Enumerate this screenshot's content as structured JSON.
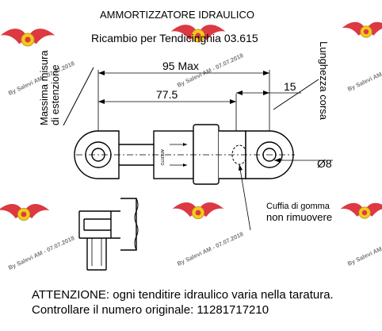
{
  "header": {
    "title": "AMMORTIZZATORE IDRAULICO",
    "subtitle": "Ricambio per Tendicinghia 03.615"
  },
  "dimensions": {
    "max_length": "95 Max",
    "center_length": "77.5",
    "stroke": "15",
    "hole_diameter": "Ø8"
  },
  "labels": {
    "max_extension_line1": "Massima misura",
    "max_extension_line2": "di estenzione",
    "stroke_length": "Lunghezza corsa",
    "body_text": "APERTO",
    "boot_line1": "Cuffia di gomma",
    "boot_line2": "non rimuovere"
  },
  "watermark": {
    "text": "By Salevi AM - 07.07.2018",
    "color": "#d9232e"
  },
  "footer": {
    "warning": "ATTENZIONE: ogni tenditire idraulico varia nella taratura.",
    "check": "Controllare il numero originale:  11281717210"
  }
}
